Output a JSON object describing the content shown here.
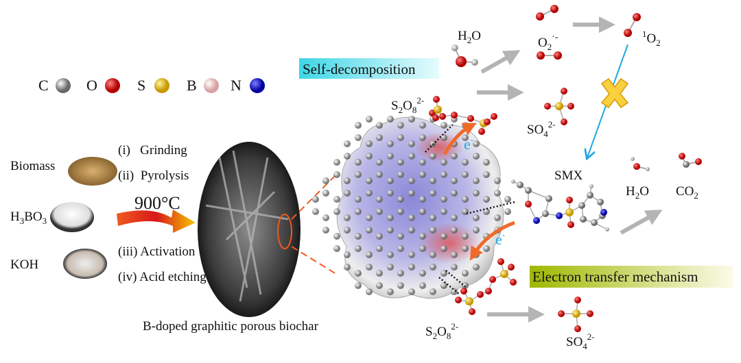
{
  "legend": {
    "atoms": [
      {
        "label": "C",
        "color": "#8a8a8a"
      },
      {
        "label": "O",
        "color": "#e00000"
      },
      {
        "label": "S",
        "color": "#e8c000"
      },
      {
        "label": "B",
        "color": "#f0bcbc"
      },
      {
        "label": "N",
        "color": "#1414c8"
      }
    ]
  },
  "synthesis": {
    "materials": [
      {
        "name": "Biomass"
      },
      {
        "name_parts": [
          "H",
          "3",
          "BO",
          "3"
        ]
      },
      {
        "name": "KOH"
      }
    ],
    "steps": [
      "(i)   Grinding",
      "(ii)  Pyrolysis",
      "(iii) Activation",
      "(iv) Acid etching"
    ],
    "temperature": "900°C",
    "product_caption": "B-doped graphitic porous biochar"
  },
  "mechanism": {
    "self_decomposition_label": "Self-decomposition",
    "electron_transfer_label": "Electron transfer mechanism",
    "electron": [
      "e",
      "-"
    ],
    "h2o_top": [
      "H",
      "2",
      "O"
    ],
    "o2_radical": [
      "O",
      "2",
      "·-"
    ],
    "singlet_o2": [
      "1",
      "O",
      "2"
    ],
    "s2o8_top": [
      "S",
      "2",
      "O",
      "8",
      "2-"
    ],
    "so4_top": [
      "SO",
      "4",
      "2-"
    ],
    "smx": "SMX",
    "h2o_product": [
      "H",
      "2",
      "O"
    ],
    "co2_product": [
      "CO",
      "2"
    ],
    "s2o8_bottom": [
      "S",
      "2",
      "O",
      "8",
      "2-"
    ],
    "so4_bottom": [
      "SO",
      "4",
      "2-"
    ]
  },
  "colors": {
    "self_decomp_bg": "#3fd6e6",
    "electron_transfer_bg": "#9fb800",
    "arrow_gray": "#b4b4b4",
    "blue_line": "#1ea8e0",
    "orange_arrow": "#f06a2a"
  }
}
